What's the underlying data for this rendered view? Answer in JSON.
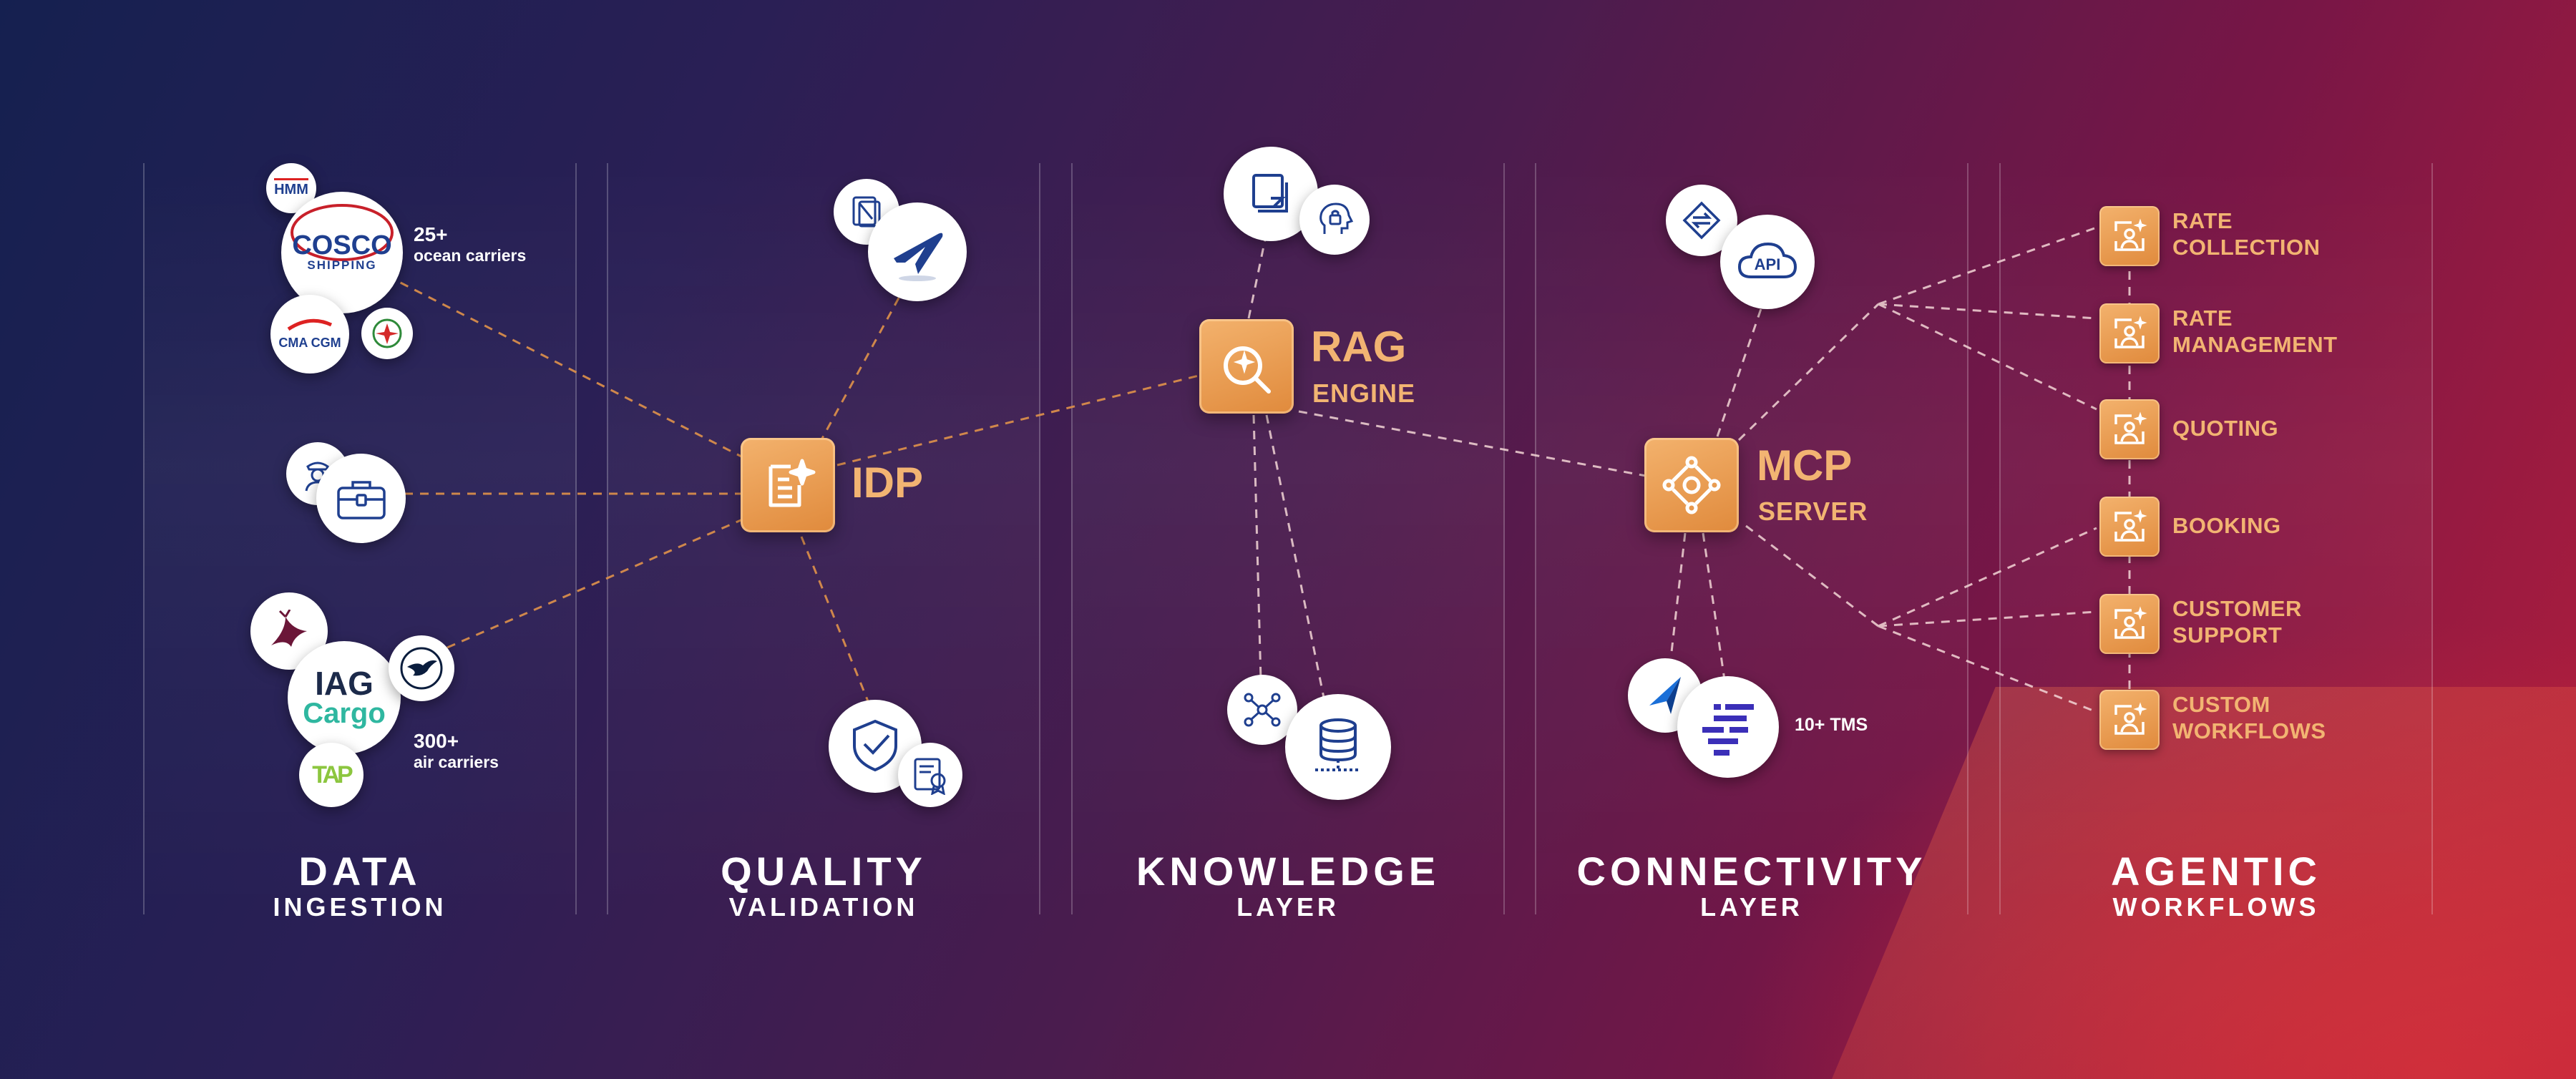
{
  "columns": [
    {
      "title": "DATA",
      "subtitle": "INGESTION"
    },
    {
      "title": "QUALITY",
      "subtitle": "VALIDATION"
    },
    {
      "title": "KNOWLEDGE",
      "subtitle": "LAYER"
    },
    {
      "title": "CONNECTIVITY",
      "subtitle": "LAYER"
    },
    {
      "title": "AGENTIC",
      "subtitle": "WORKFLOWS"
    }
  ],
  "ingestion": {
    "ocean_count": "25+",
    "ocean_label": "ocean carriers",
    "air_count": "300+",
    "air_label": "air carriers",
    "logos": {
      "hmm": "HMM",
      "cosco_1": "COSCO",
      "cosco_2": "SHIPPING",
      "cma": "CMA CGM",
      "iag_1": "IAG",
      "iag_2": "Cargo",
      "tap": "TAP"
    }
  },
  "hubs": {
    "idp": {
      "title": "IDP"
    },
    "rag": {
      "title": "RAG",
      "subtitle": "ENGINE"
    },
    "mcp": {
      "title": "MCP",
      "subtitle": "SERVER"
    }
  },
  "connectivity": {
    "api_label": "API",
    "tms_label": "10+ TMS"
  },
  "workflows": [
    {
      "label": "RATE\nCOLLECTION"
    },
    {
      "label": "RATE\nMANAGEMENT"
    },
    {
      "label": "QUOTING"
    },
    {
      "label": "BOOKING"
    },
    {
      "label": "CUSTOMER\nSUPPORT"
    },
    {
      "label": "CUSTOM\nWORKFLOWS"
    }
  ],
  "colors": {
    "accent_orange": "#e8963f",
    "label_orange": "#f2b472",
    "wire_orange": "#e0924a",
    "wire_white": "#f3d6d6",
    "icon_blue": "#1f3f8f"
  }
}
